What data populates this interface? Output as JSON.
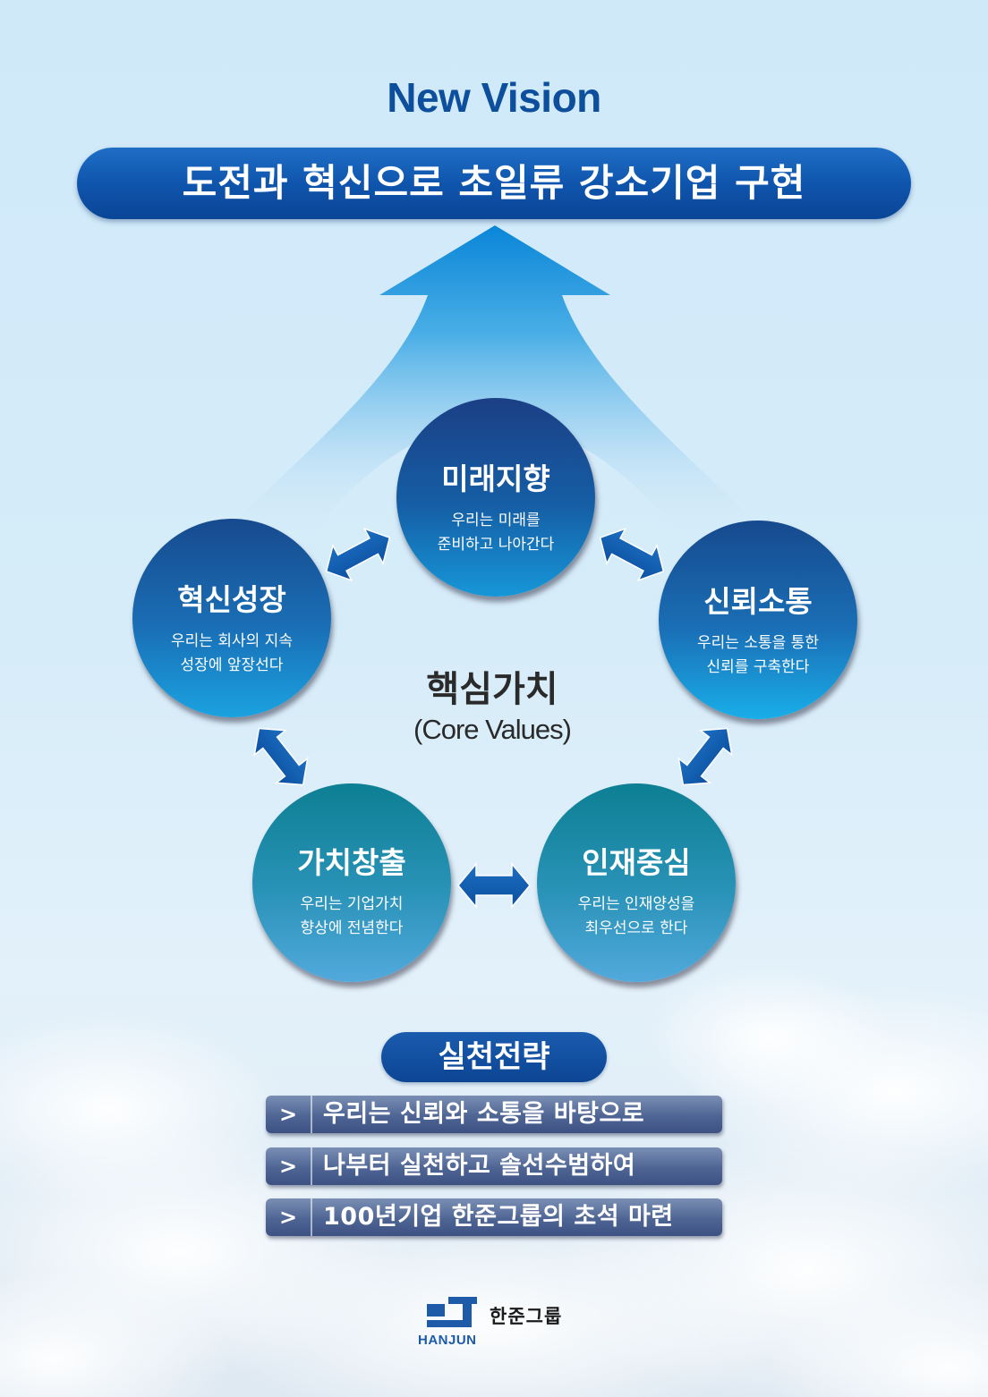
{
  "vision": {
    "title": "New Vision",
    "banner": "도전과 혁신으로 초일류 강소기업 구현"
  },
  "core_values": {
    "title_ko": "핵심가치",
    "title_en": "(Core Values)",
    "items": [
      {
        "title": "미래지향",
        "line1": "우리는 미래를",
        "line2": "준비하고 나아간다"
      },
      {
        "title": "혁신성장",
        "line1": "우리는 회사의 지속",
        "line2": "성장에 앞장선다"
      },
      {
        "title": "신뢰소통",
        "line1": "우리는 소통을 통한",
        "line2": "신뢰를 구축한다"
      },
      {
        "title": "가치창출",
        "line1": "우리는 기업가치",
        "line2": "향상에 전념한다"
      },
      {
        "title": "인재중심",
        "line1": "우리는 인재양성을",
        "line2": "최우선으로 한다"
      }
    ]
  },
  "strategy": {
    "title": "실천전략",
    "items": [
      "우리는 신뢰와 소통을 바탕으로",
      "나부터 실천하고 솔선수범하여",
      "100년기업 한준그룹의 초석 마련"
    ],
    "chevron": ">"
  },
  "logo": {
    "korean": "한준그룹",
    "english": "HANJUN"
  },
  "colors": {
    "brand_blue": "#0d4f9c",
    "banner_blue": "#0f55ad",
    "teal": "#2a93b8"
  }
}
